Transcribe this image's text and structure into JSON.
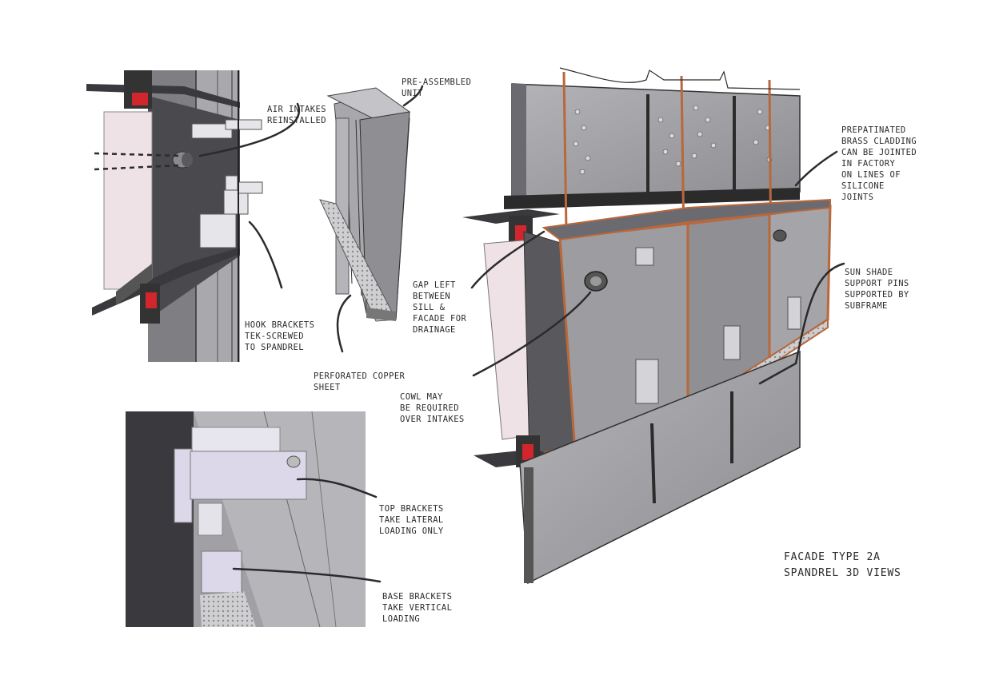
{
  "annotations": {
    "air_intake": [
      "AIR INTAKES",
      "REINSTALLED"
    ],
    "pre_assembled": [
      "PRE-ASSEMBLED",
      "UNIT"
    ],
    "hook_brackets": [
      "HOOK BRACKETS",
      "TEK-SCREWED",
      "TO SPANDREL"
    ],
    "perforated": [
      "PERFORATED COPPER",
      "SHEET"
    ],
    "gap": [
      "GAP LEFT",
      "BETWEEN",
      "SILL &",
      "FACADE FOR",
      "DRAINAGE"
    ],
    "cowl": [
      "COWL MAY",
      "BE REQUIRED",
      "OVER INTAKES"
    ],
    "prepatinated": [
      "PREPATINATED",
      "BRASS CLADDING",
      "CAN BE JOINTED",
      "IN FACTORY",
      "ON LINES OF",
      "SILICONE",
      "JOINTS"
    ],
    "sun_shade": [
      "SUN SHADE",
      "SUPPORT PINS",
      "SUPPORTED BY",
      "SUBFRAME"
    ],
    "top_brackets": [
      "TOP BRACKETS",
      "TAKE LATERAL",
      "LOADING ONLY"
    ],
    "base_brackets": [
      "BASE BRACKETS",
      "TAKE VERTICAL",
      "LOADING"
    ]
  },
  "title": [
    "FACADE TYPE 2A",
    "SPANDREL 3D VIEWS"
  ],
  "colors": {
    "ink": "#2b2b2b",
    "glass": "#9a9a9e",
    "dark_panel": "#4a4a4e",
    "copper": "#b8683a",
    "red_seal": "#d0262c",
    "pale_pink": "#efe2e6",
    "lilac_bracket": "#dcd8ea"
  }
}
